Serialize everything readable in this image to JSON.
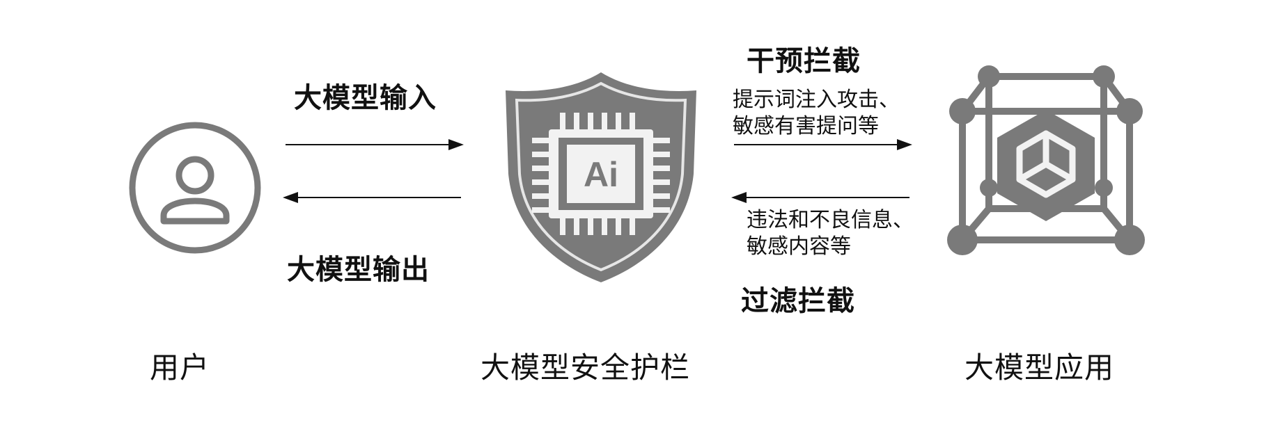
{
  "nodes": {
    "user": {
      "label": "用户",
      "icon": "user-icon"
    },
    "guardrail": {
      "label": "大模型安全护栏",
      "icon": "ai-shield-icon",
      "chip_text": "Ai"
    },
    "application": {
      "label": "大模型应用",
      "icon": "model-cube-icon"
    }
  },
  "edges": {
    "input": {
      "label": "大模型输入"
    },
    "output": {
      "label": "大模型输出"
    },
    "intercept": {
      "title": "干预拦截",
      "detail_line1": "提示词注入攻击、",
      "detail_line2": "敏感有害提问等"
    },
    "filter": {
      "title": "过滤拦截",
      "detail_line1": "违法和不良信息、",
      "detail_line2": "敏感内容等"
    }
  },
  "colors": {
    "icon_gray": "#7a7a7a",
    "icon_light": "#f2f2f2",
    "arrow": "#111111"
  }
}
